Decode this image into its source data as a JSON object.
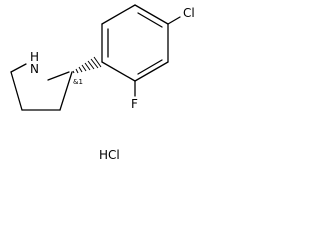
{
  "structure": {
    "atoms": {
      "nitrogen": "N",
      "nitrogen_h": "H",
      "chlorine": "Cl",
      "fluorine": "F"
    },
    "stereo_descriptor": "&1",
    "salt": "HCl"
  },
  "colors": {
    "ink": "#000000",
    "background": "#ffffff"
  }
}
